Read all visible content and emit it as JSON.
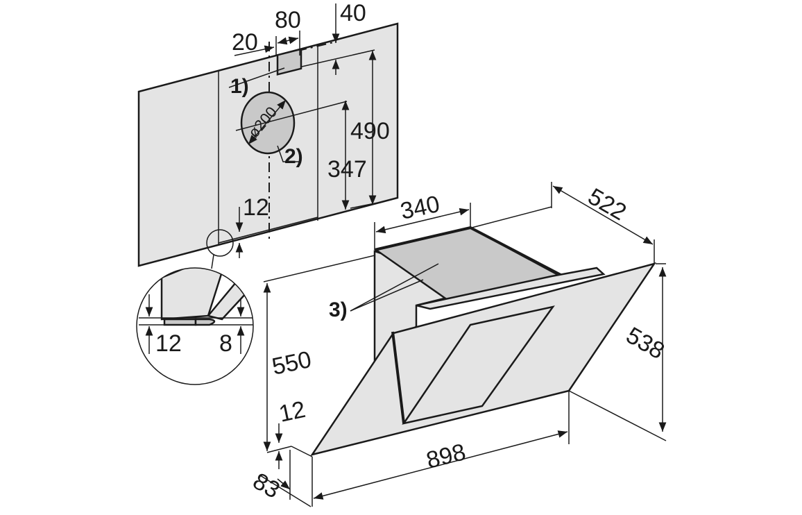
{
  "diagram": {
    "type": "dimension drawing of a wall-mounted angled cooker hood",
    "callouts": [
      "1)",
      "2)",
      "3)"
    ],
    "wall_dimensions": {
      "offset_left": "20",
      "bracket_width": "80",
      "bracket_from_top": "40",
      "duct_diameter": "ø200",
      "bracket_height": "490",
      "duct_center_height": "347",
      "bottom_gap": "12"
    },
    "detail_dimensions": {
      "left": "12",
      "right": "8"
    },
    "hood_dimensions": {
      "chimney_width": "340",
      "depth": "522",
      "total_height": "550",
      "glass_height": "538",
      "width": "898",
      "bottom_offset": "12",
      "front_depth": "83"
    },
    "colors": {
      "line": "#1a1a1a",
      "panel": "#e4e4e4",
      "shade": "#c9c9c9"
    }
  }
}
